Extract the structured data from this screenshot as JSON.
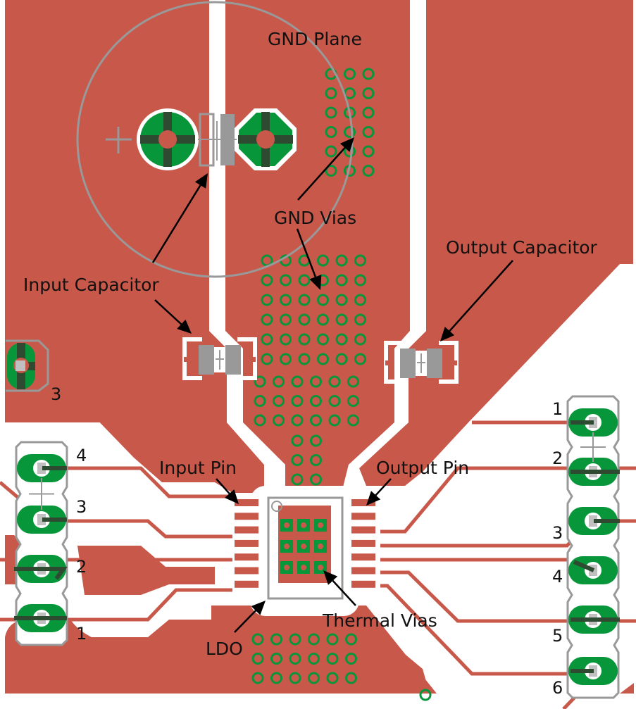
{
  "title": "LDO PCB Layout",
  "colors": {
    "copper": "#c8584a",
    "clearance": "#ffffff",
    "pad": "#07963a",
    "pad_dark": "#2e4a30",
    "silkscreen": "#999999",
    "drill": "#c0c0c0",
    "label": "#111111"
  },
  "labels": {
    "gnd_plane": "GND Plane",
    "gnd_vias": "GND Vias",
    "input_capacitor": "Input Capacitor",
    "output_capacitor": "Output Capacitor",
    "input_pin": "Input Pin",
    "output_pin": "Output Pin",
    "ldo": "LDO",
    "thermal_vias": "Thermal Vias"
  },
  "left_header": {
    "pins": [
      "4",
      "3",
      "2",
      "1"
    ]
  },
  "left_edge_connector": {
    "pin": "3"
  },
  "right_header": {
    "pins": [
      "1",
      "2",
      "3",
      "4",
      "5",
      "6"
    ]
  },
  "ldo": {
    "pins_per_side": 7,
    "thermal_vias": {
      "rows": 3,
      "cols": 3
    }
  },
  "via_groups": [
    {
      "name": "gnd-plane-vias",
      "rows": 6,
      "cols": 3
    },
    {
      "name": "gnd-vias-upper",
      "rows": 6,
      "cols": 6
    },
    {
      "name": "gnd-vias-middle",
      "rows": 3,
      "cols": 6
    },
    {
      "name": "gnd-vias-neck",
      "rows": 3,
      "cols": 2
    },
    {
      "name": "gnd-vias-bottom",
      "rows": 3,
      "cols": 6
    },
    {
      "name": "gnd-via-single",
      "rows": 1,
      "cols": 1
    }
  ]
}
